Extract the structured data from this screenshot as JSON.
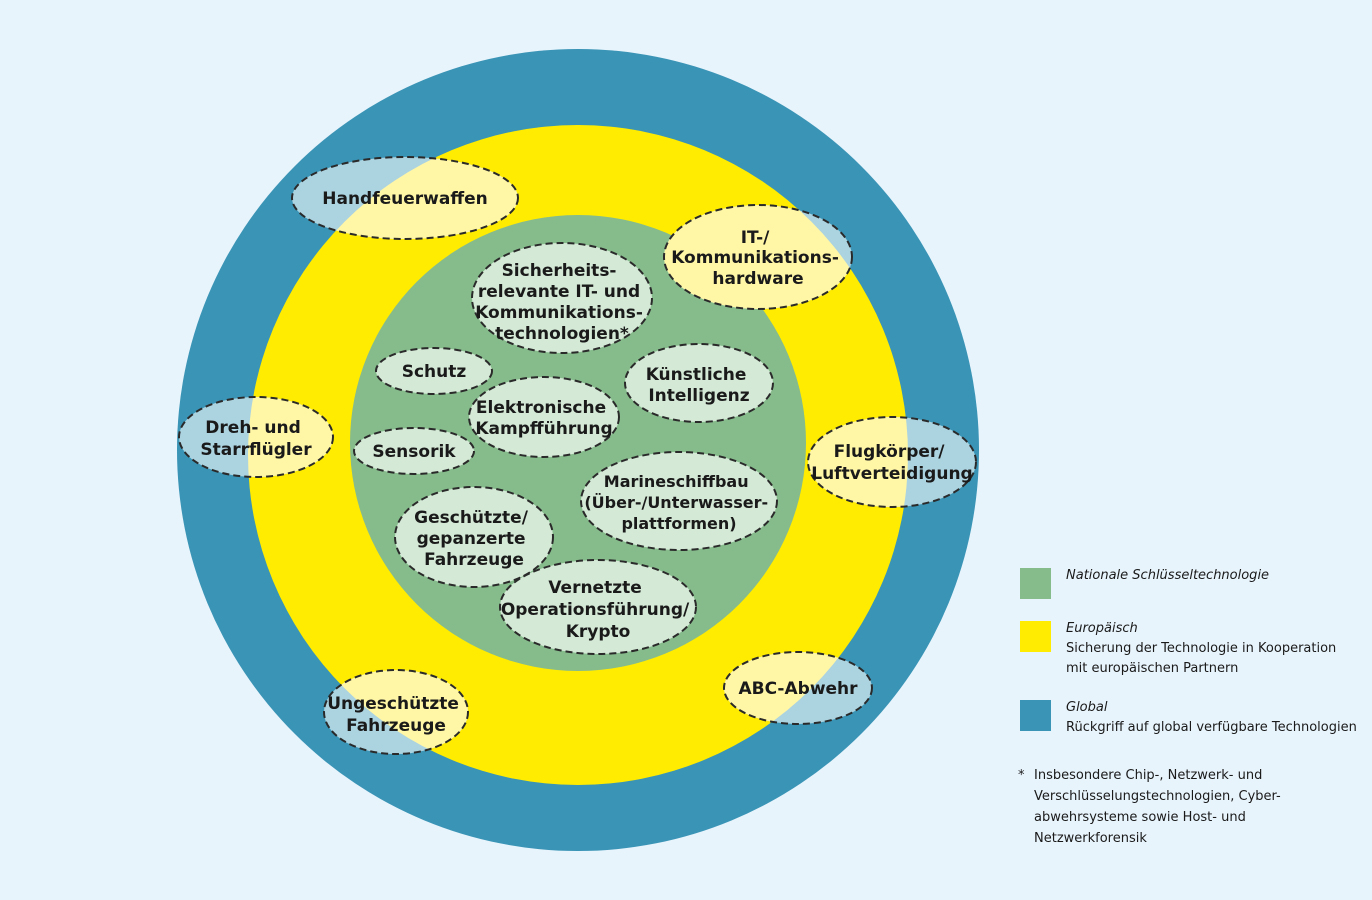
{
  "colors": {
    "background": "#e8f4fc",
    "global": "#3a94b6",
    "european": "#ffec00",
    "national": "#86bb8c",
    "ellipse_inner": "#d4e9d6",
    "ellipse_yellow": "#fff6a6",
    "ellipse_blue": "#acd3e0",
    "dash": "#2a2a2a"
  },
  "ellipses": {
    "handfeuerwaffen": [
      "Handfeuerwaffen"
    ],
    "it_hardware": [
      "IT-/",
      "Kommunikations-",
      "hardware"
    ],
    "dreh": [
      "Dreh- und",
      "Starrflügler"
    ],
    "flugkoerper": [
      "Flugkörper/",
      "Luftverteidigung"
    ],
    "ungeschuetzte": [
      "Ungeschützte",
      "Fahrzeuge"
    ],
    "abc": [
      "ABC-Abwehr"
    ],
    "sicherheit": [
      "Sicherheits-",
      "relevante IT- und",
      "Kommunikations-",
      "technologien*"
    ],
    "schutz": [
      "Schutz"
    ],
    "ki": [
      "Künstliche",
      "Intelligenz"
    ],
    "elektronisch": [
      "Elektronische",
      "Kampfführung"
    ],
    "sensorik": [
      "Sensorik"
    ],
    "marine": [
      "Marineschiffbau",
      "(Über-/Unterwasser-",
      "plattformen)"
    ],
    "geschuetzte": [
      "Geschützte/",
      "gepanzerte",
      "Fahrzeuge"
    ],
    "vernetzte": [
      "Vernetzte",
      "Operationsführung/",
      "Krypto"
    ]
  },
  "legend": {
    "national": {
      "title": "Nationale Schlüsseltechnologie"
    },
    "european": {
      "title": "Europäisch",
      "desc1": "Sicherung der Technologie in Kooperation",
      "desc2": "mit europäischen Partnern"
    },
    "global": {
      "title": "Global",
      "desc1": "Rückgriff auf global verfügbare Technologien"
    }
  },
  "footnote": {
    "star": "*",
    "lines": [
      "Insbesondere Chip-, Netzwerk- und",
      "Verschlüsselungstechnologien, Cyber-",
      "abwehrsysteme sowie Host- und",
      "Netzwerkforensik"
    ]
  }
}
